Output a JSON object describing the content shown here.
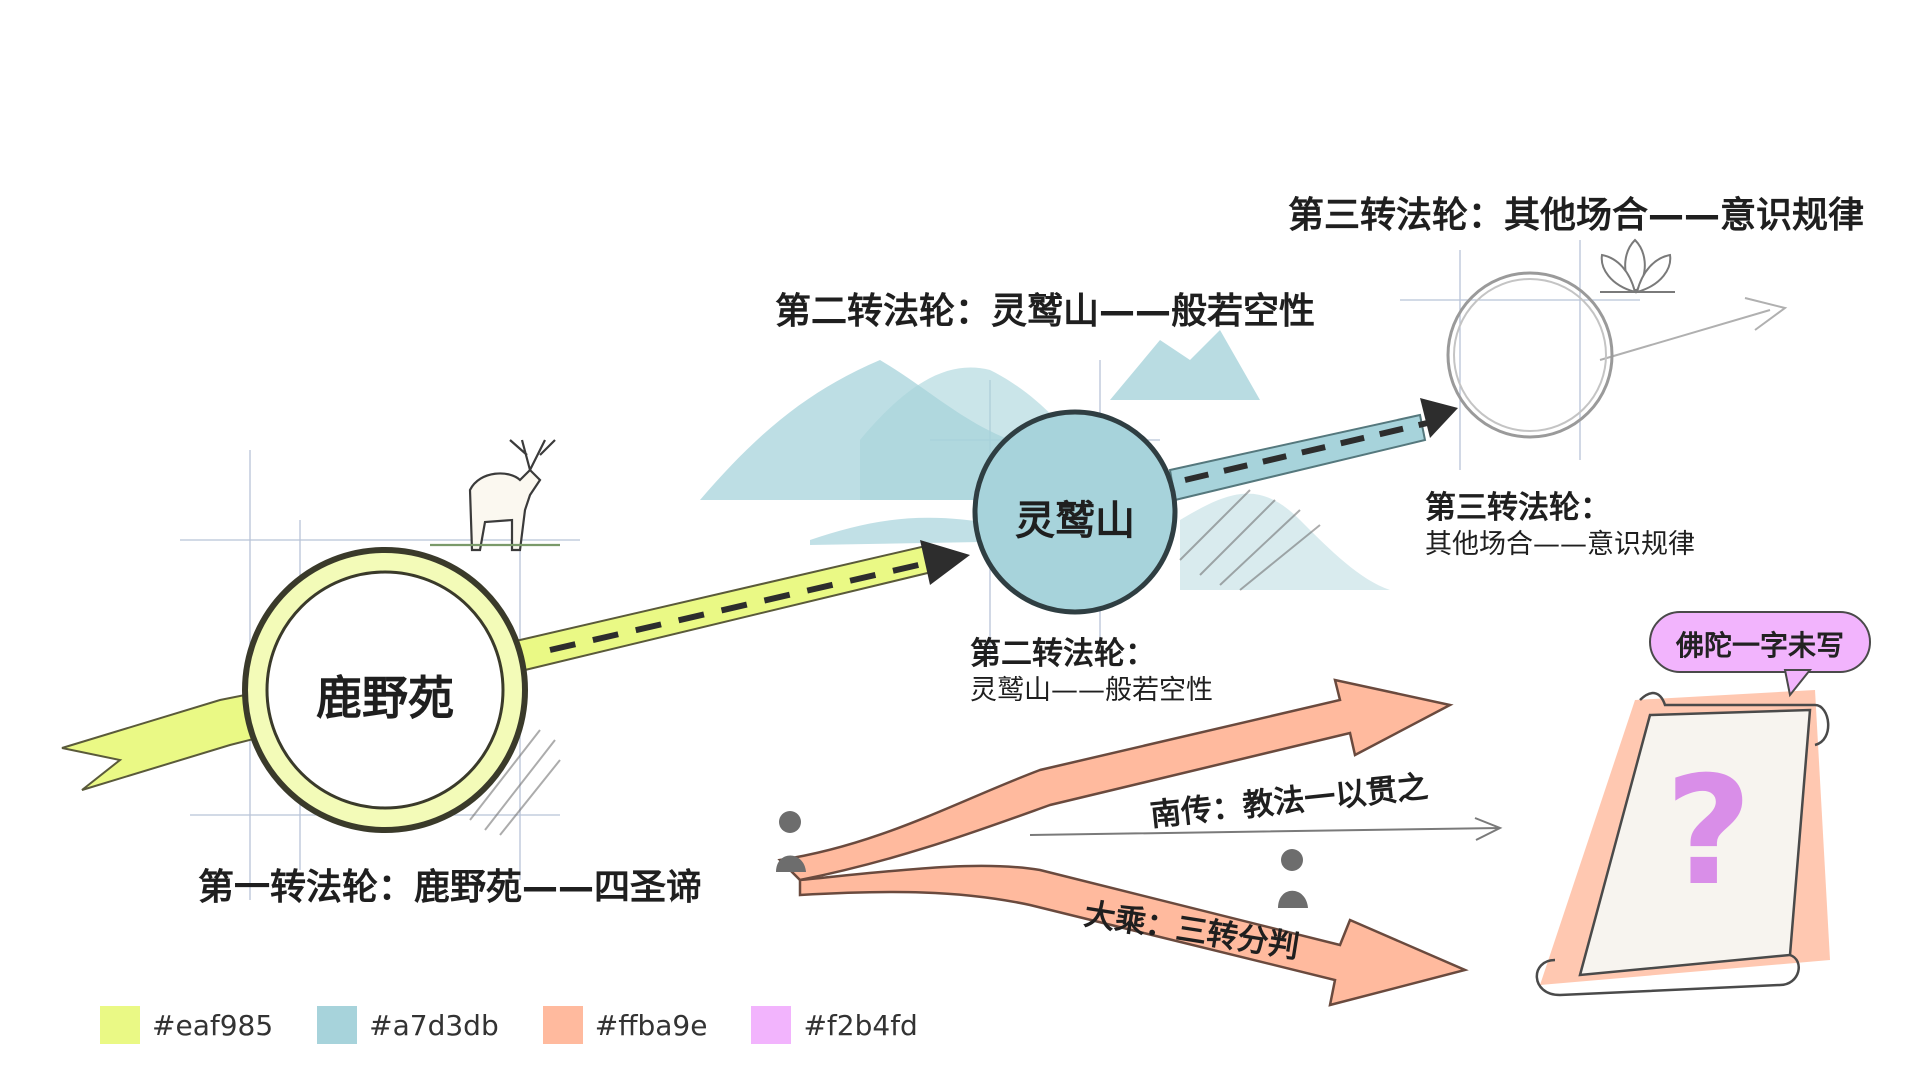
{
  "stages": [
    {
      "circle_label": "鹿野苑",
      "caption": "第一转法轮：鹿野苑——四圣谛",
      "color": "#eaf985"
    },
    {
      "circle_label": "灵鹫山",
      "top_title": "第二转法轮：灵鹫山——般若空性",
      "caption_line1": "第二转法轮：",
      "caption_line2": "灵鹫山——般若空性",
      "color": "#a7d3db"
    },
    {
      "top_title": "第三转法轮：其他场合——意识规律",
      "caption_line1": "第三转法轮：",
      "caption_line2": "其他场合——意识规律"
    }
  ],
  "branches": {
    "south": "南传：教法一以贯之",
    "mahayana": "大乘：三转分判",
    "color": "#ffba9e"
  },
  "scroll": {
    "speech": "佛陀一字未写",
    "mark": "?",
    "bubble_color": "#f2b4fd"
  },
  "legend": [
    {
      "label": "#eaf985",
      "color": "#eaf985"
    },
    {
      "label": "#a7d3db",
      "color": "#a7d3db"
    },
    {
      "label": "#ffba9e",
      "color": "#ffba9e"
    },
    {
      "label": "#f2b4fd",
      "color": "#f2b4fd"
    }
  ]
}
